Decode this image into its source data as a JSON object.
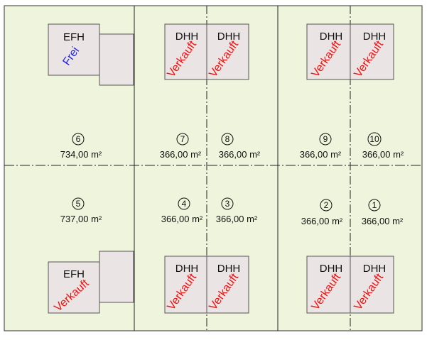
{
  "colors": {
    "plot_fill": "#eef5dc",
    "building_fill": "#ebe4e4",
    "outline": "#555555",
    "boundary": "#222222",
    "sold_text": "#ee1111",
    "free_text": "#1f1fee",
    "text": "#111111"
  },
  "plots": [
    {
      "number": "6",
      "area": "734,00 m²"
    },
    {
      "number": "7",
      "area": "366,00 m²"
    },
    {
      "number": "8",
      "area": "366,00 m²"
    },
    {
      "number": "9",
      "area": "366,00 m²"
    },
    {
      "number": "10",
      "area": "366,00 m²"
    },
    {
      "number": "5",
      "area": "737,00 m²"
    },
    {
      "number": "4",
      "area": "366,00 m²"
    },
    {
      "number": "3",
      "area": "366,00 m²"
    },
    {
      "number": "2",
      "area": "366,00 m²"
    },
    {
      "number": "1",
      "area": "366,00 m²"
    }
  ],
  "houses": [
    {
      "type": "EFH",
      "status": "Frei"
    },
    {
      "type": "DHH",
      "status": "Verkauft"
    },
    {
      "type": "DHH",
      "status": "Verkauft"
    },
    {
      "type": "DHH",
      "status": "Verkauft"
    },
    {
      "type": "DHH",
      "status": "Verkauft"
    },
    {
      "type": "EFH",
      "status": "Verkauft"
    },
    {
      "type": "DHH",
      "status": "Verkauft"
    },
    {
      "type": "DHH",
      "status": "Verkauft"
    },
    {
      "type": "DHH",
      "status": "Verkauft"
    },
    {
      "type": "DHH",
      "status": "Verkauft"
    }
  ]
}
